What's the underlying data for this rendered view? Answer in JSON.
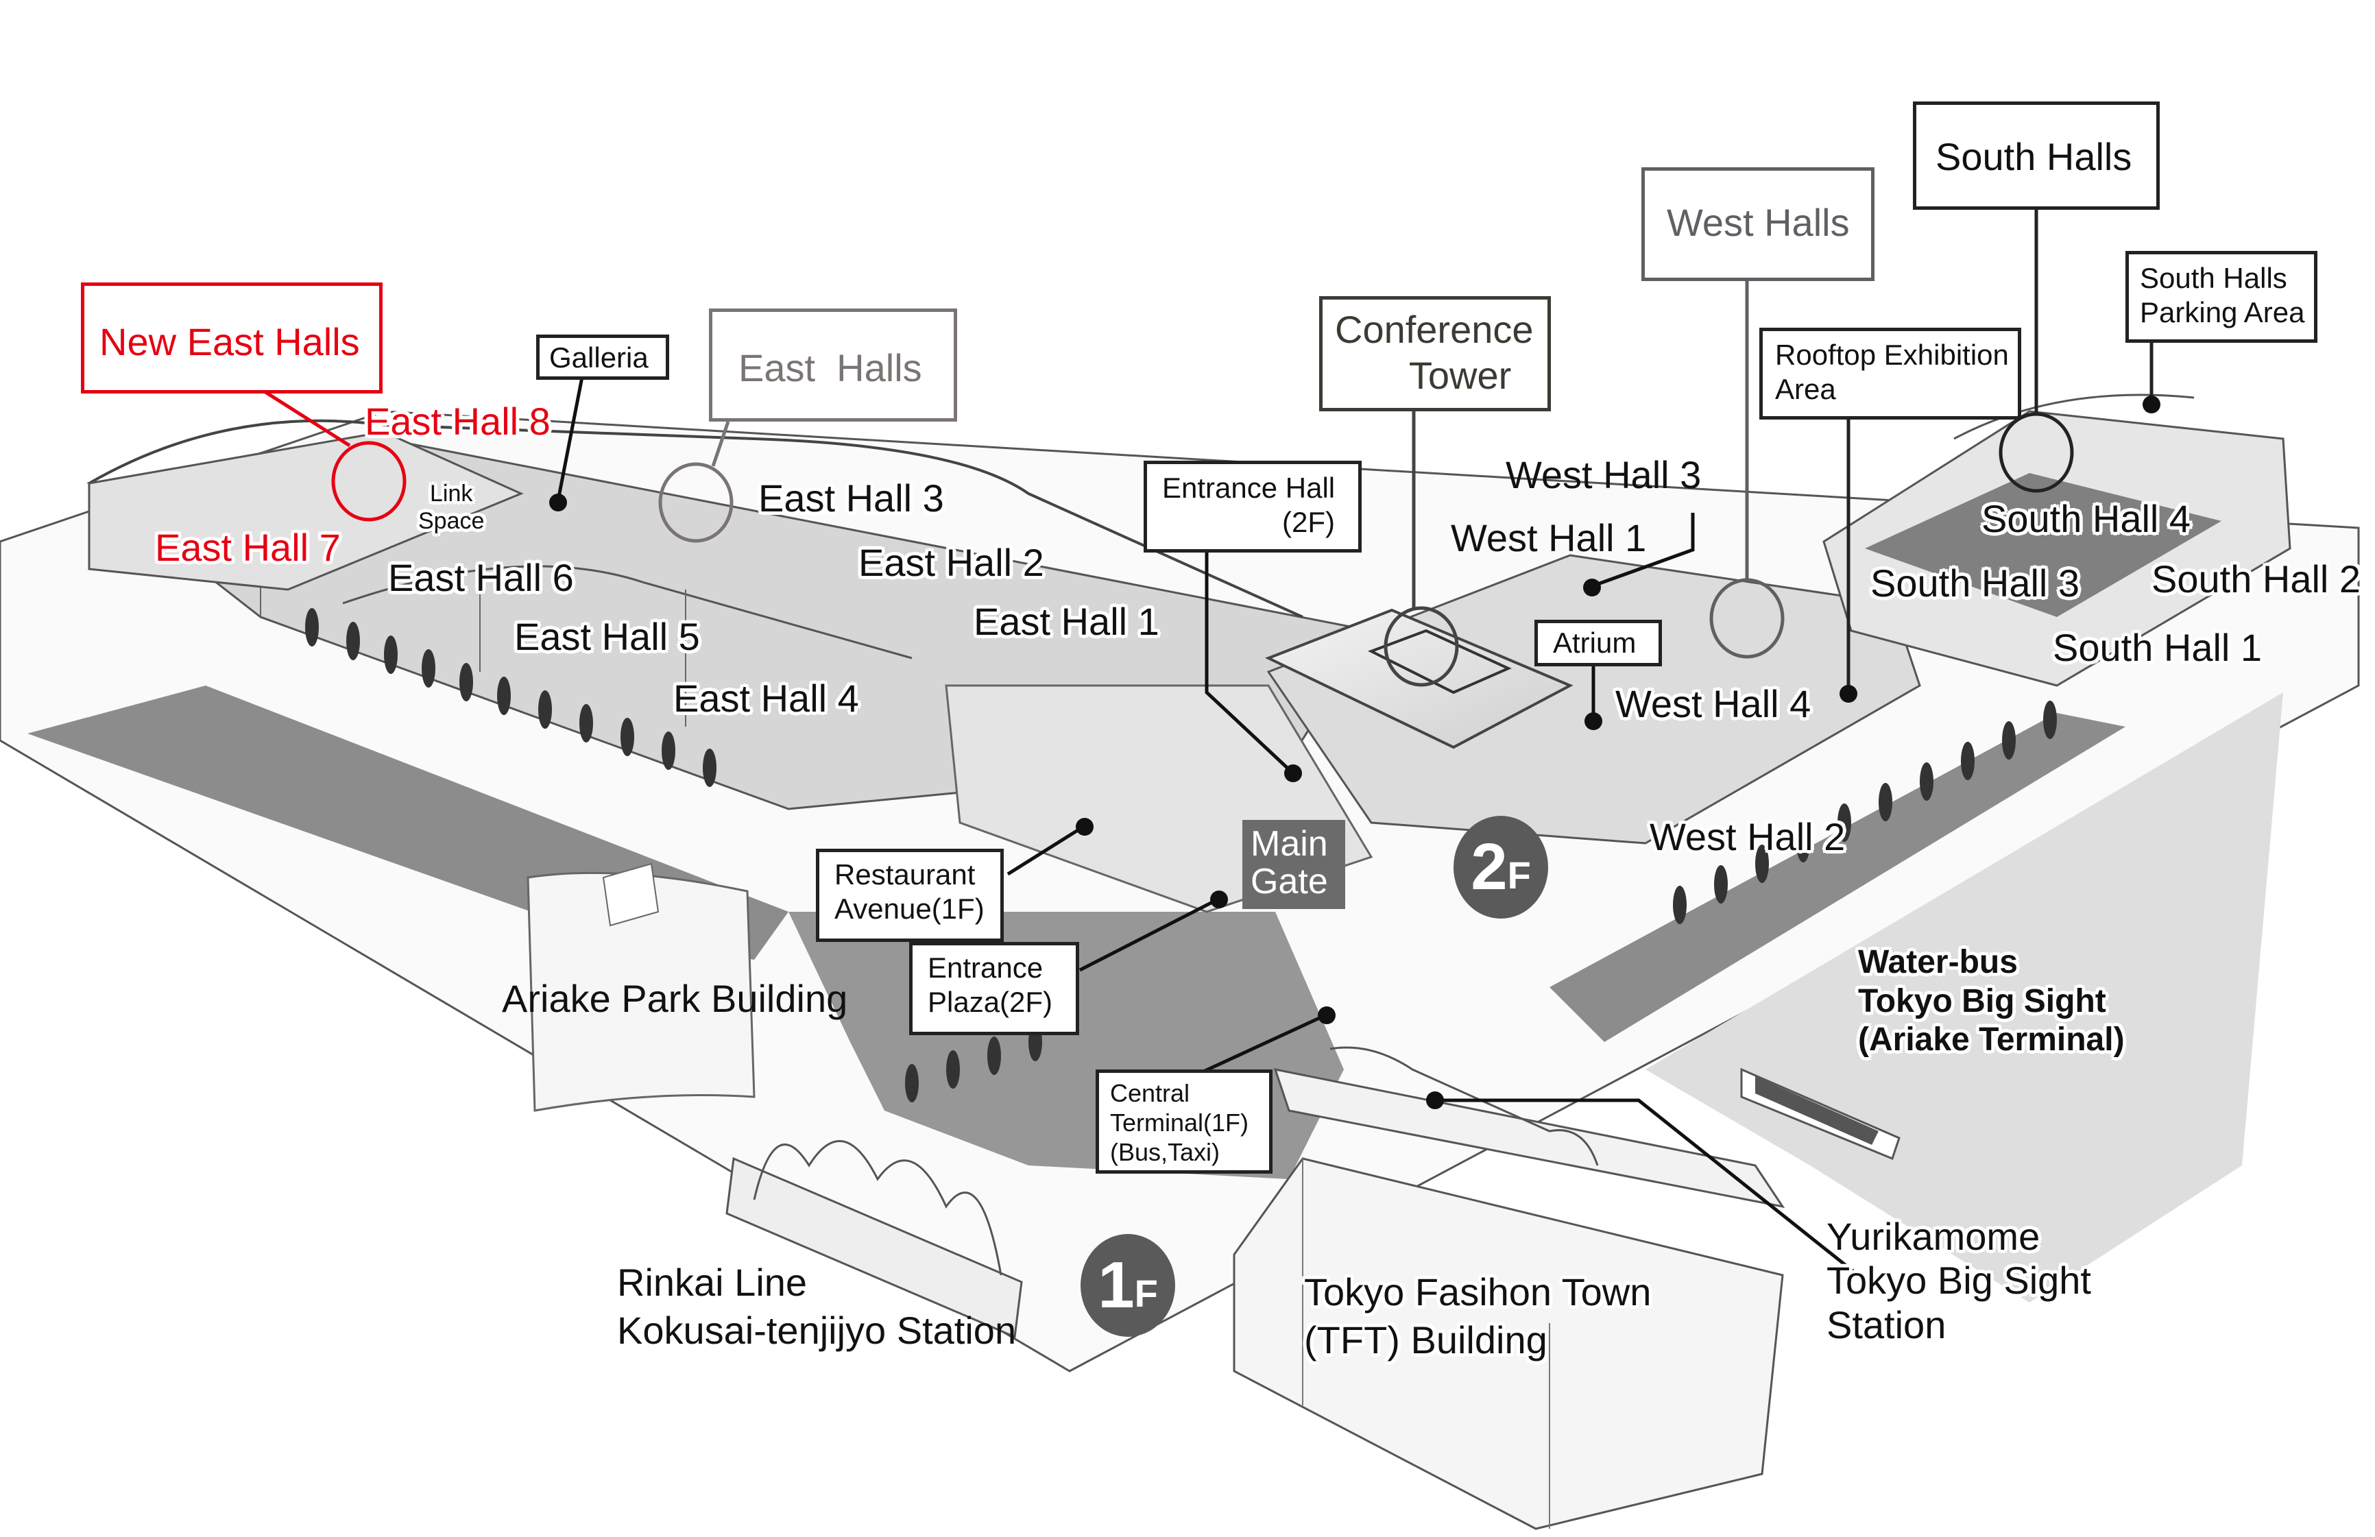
{
  "map": {
    "colors": {
      "new_halls_accent": "#e60012",
      "east_halls_box": "#7a7473",
      "west_halls_box": "#5e6064",
      "conference_box": "#3c3a33",
      "callout_box": "#222222",
      "main_gate_bg": "#6b6b6b",
      "floor_badge_bg": "#5a5a5a",
      "road": "#8c8c8c",
      "building_fill": "#d9d9d9",
      "sea": "#dedede"
    },
    "area_boxes": {
      "new_east_halls": "New East Halls",
      "east_halls": "East  Halls",
      "conference_tower": "Conference\n       Tower",
      "west_halls": "West Halls",
      "south_halls": "South Halls"
    },
    "callouts": {
      "galleria": "Galleria",
      "entrance_hall": "Entrance Hall\n               (2F)",
      "rooftop_exhibition": "Rooftop Exhibition\nArea",
      "south_halls_parking": "South Halls\nParking Area",
      "atrium": "Atrium",
      "restaurant_avenue": "Restaurant\nAvenue(1F)",
      "entrance_plaza": "Entrance\nPlaza(2F)",
      "central_terminal": "Central\nTerminal(1F)\n(Bus,Taxi)"
    },
    "halls": {
      "east_hall_1": "East Hall 1",
      "east_hall_2": "East Hall 2",
      "east_hall_3": "East Hall 3",
      "east_hall_4": "East Hall 4",
      "east_hall_5": "East Hall 5",
      "east_hall_6": "East Hall 6",
      "east_hall_7": "East Hall 7",
      "east_hall_8": "East Hall 8",
      "link_space": "Link\nSpace",
      "west_hall_1": "West Hall 1",
      "west_hall_2": "West Hall 2",
      "west_hall_3": "West Hall 3",
      "west_hall_4": "West Hall 4",
      "south_hall_1": "South Hall 1",
      "south_hall_2": "South Hall 2",
      "south_hall_3": "South Hall 3",
      "south_hall_4": "South Hall 4"
    },
    "places": {
      "main_gate": "Main\nGate",
      "ariake_park": "Ariake Park Building",
      "water_bus": "Water-bus\nTokyo Big Sight\n(Ariake Terminal)",
      "rinkai_line": "Rinkai Line\nKokusai-tenjijyo Station",
      "tft_building": "Tokyo Fasihon Town\n(TFT) Building",
      "yurikamome": "Yurikamome\nTokyo Big Sight\nStation"
    },
    "floor_badges": {
      "floor_2": {
        "number": "2",
        "suffix": "F"
      },
      "floor_1": {
        "number": "1",
        "suffix": "F"
      }
    }
  }
}
